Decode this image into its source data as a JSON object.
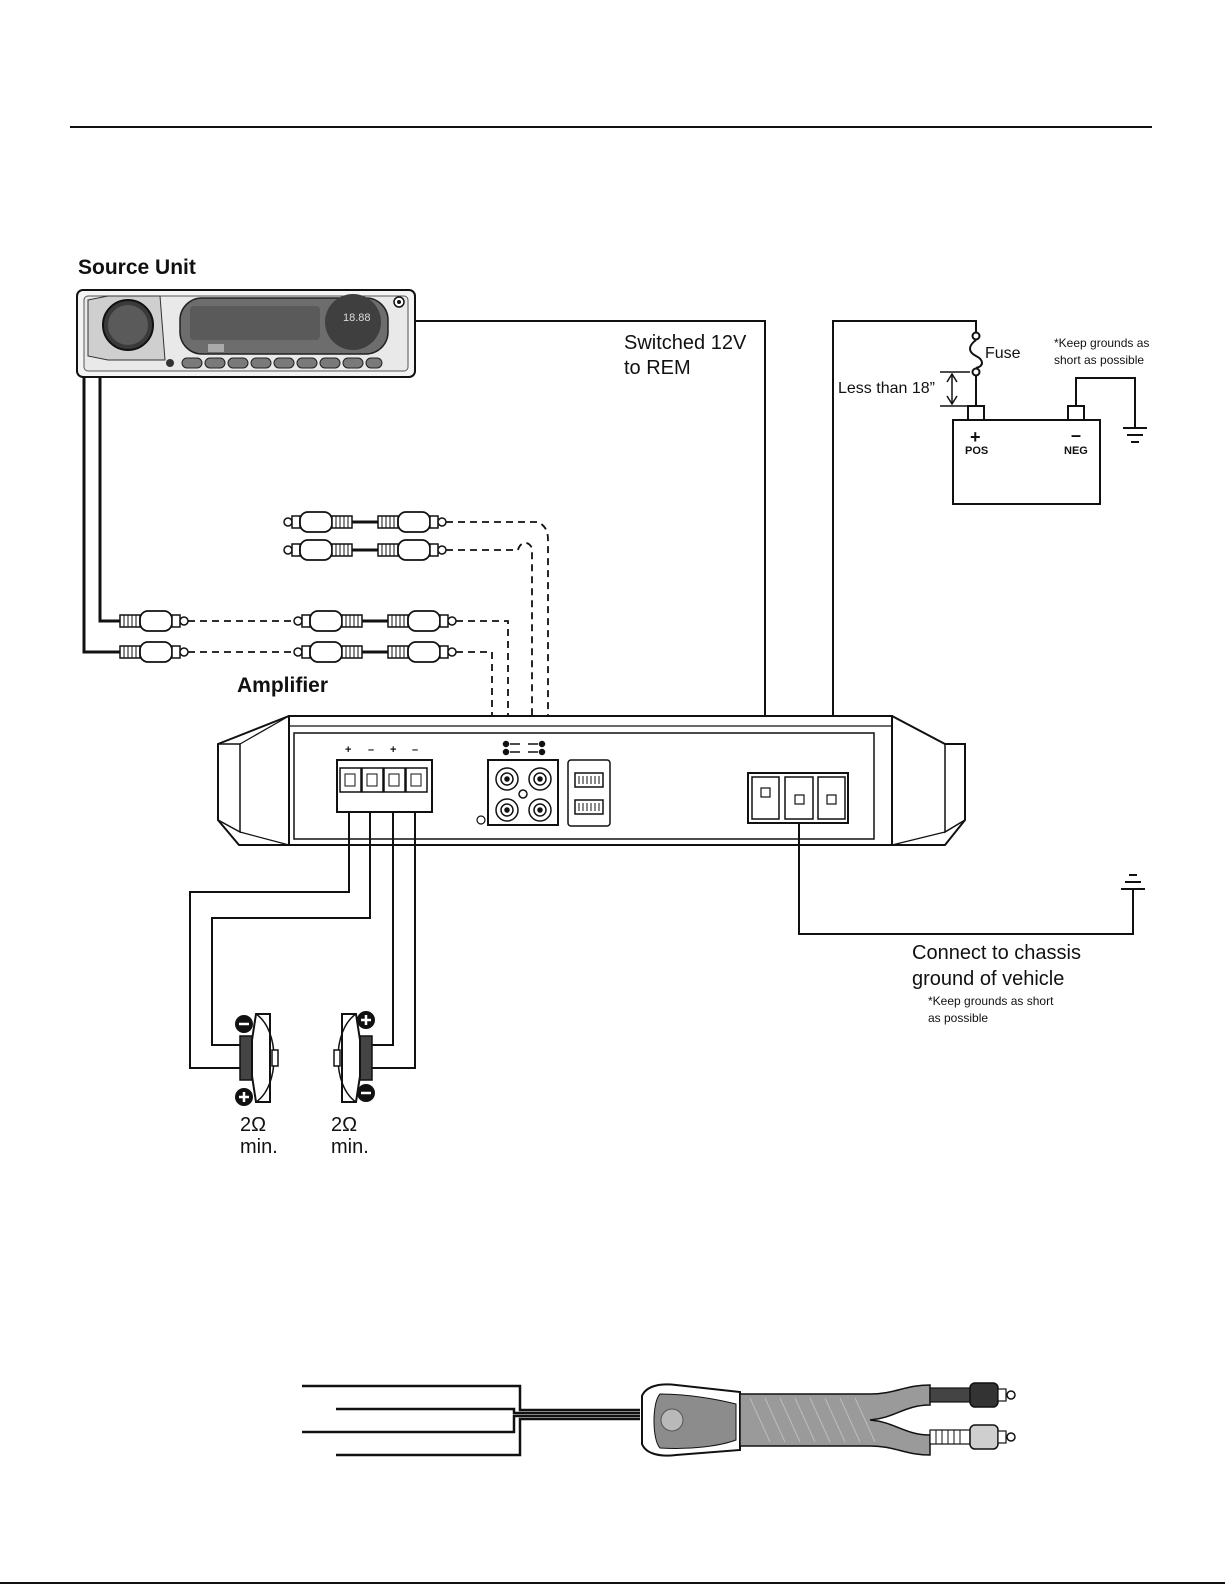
{
  "labels": {
    "source_unit": "Source Unit",
    "amplifier": "Amplifier",
    "switched_line1": "Switched 12V",
    "switched_line2": "to REM",
    "fuse": "Fuse",
    "less_than": "Less than 18”",
    "keep_grounds_top_1": "*Keep grounds as",
    "keep_grounds_top_2": "short as possible",
    "battery_pos_symbol": "+",
    "battery_pos": "POS",
    "battery_neg_symbol": "–",
    "battery_neg": "NEG",
    "chassis_1": "Connect to chassis",
    "chassis_2": "ground of vehicle",
    "keep_grounds_bottom_1": "*Keep grounds as short",
    "keep_grounds_bottom_2": "as possible",
    "speaker_left_ohm": "2Ω",
    "speaker_left_min": "min.",
    "speaker_right_ohm": "2Ω",
    "speaker_right_min": "min.",
    "terminal_plus_1": "+",
    "terminal_minus_1": "–",
    "terminal_plus_2": "+",
    "terminal_minus_2": "–",
    "display_digits": "18.88"
  },
  "colors": {
    "line": "#111111",
    "panel_gray": "#d9d9d9",
    "dark_gray": "#6a6a6a",
    "cable_gray": "#9a9a9a"
  }
}
